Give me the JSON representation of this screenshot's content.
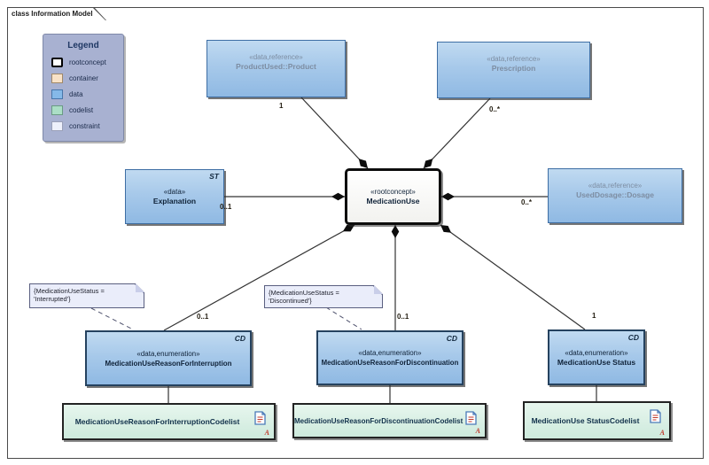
{
  "frame": {
    "title": "class Information Model"
  },
  "legend": {
    "title": "Legend",
    "items": [
      {
        "label": "rootconcept",
        "color": "#ffffff"
      },
      {
        "label": "container",
        "color": "#f9e2c7"
      },
      {
        "label": "data",
        "color": "#85b9e8"
      },
      {
        "label": "codelist",
        "color": "#abdec6"
      },
      {
        "label": "constraint",
        "color": "#eef0fb"
      }
    ]
  },
  "nodes": {
    "product": {
      "stereotype": "«data,reference»",
      "name": "ProductUsed::Product"
    },
    "prescription": {
      "stereotype": "«data,reference»",
      "name": "Prescription"
    },
    "medication_use": {
      "stereotype": "«rootconcept»",
      "name": "MedicationUse"
    },
    "explanation": {
      "stereotype": "«data»",
      "name": "Explanation",
      "marker": "ST"
    },
    "used_dosage": {
      "stereotype": "«data,reference»",
      "name": "UsedDosage::Dosage"
    },
    "reason_interruption": {
      "stereotype": "«data,enumeration»",
      "name": "MedicationUseReasonForInterruption",
      "marker": "CD"
    },
    "reason_discontinuation": {
      "stereotype": "«data,enumeration»",
      "name": "MedicationUseReasonForDiscontinuation",
      "marker": "CD"
    },
    "status": {
      "stereotype": "«data,enumeration»",
      "name": "MedicationUse Status",
      "marker": "CD"
    }
  },
  "codelists": {
    "interruption": {
      "name": "MedicationUseReasonForInterruptionCodelist"
    },
    "discontinuation": {
      "name": "MedicationUseReasonForDiscontinuationCodelist"
    },
    "status": {
      "name": "MedicationUse StatusCodelist"
    }
  },
  "constraints": {
    "interrupted": {
      "line1": "{MedicationUseStatus =",
      "line2": "'Interrupted'}"
    },
    "discontinued": {
      "line1": "{MedicationUseStatus =",
      "line2": "'Discontinued'}"
    }
  },
  "multiplicities": {
    "product": "1",
    "prescription": "0..*",
    "explanation": "0..1",
    "used_dosage": "0..*",
    "interruption": "0..1",
    "discontinuation": "0..1",
    "status": "1"
  },
  "colors": {
    "data_fill": "#a7c9ea",
    "data_border": "#3e6ea4",
    "codelist_fill": "#d9f0e5",
    "constraint_fill": "#eaedfa",
    "legend_bg": "#a8b1d1",
    "reference_text": "#7d8da2",
    "dark_text": "#0f2238",
    "line": "#333333",
    "doc_icon_red": "#c0392b"
  }
}
